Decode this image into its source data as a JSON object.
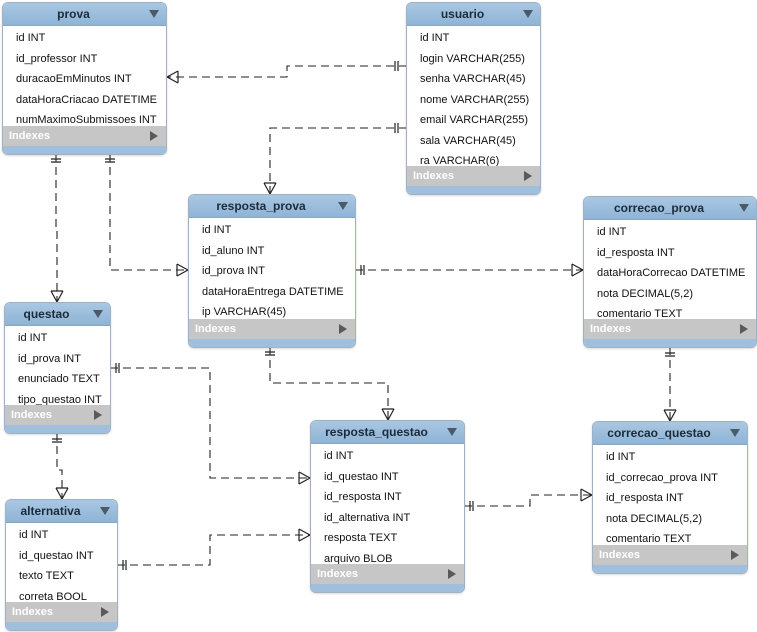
{
  "tables": [
    {
      "name": "prova",
      "columns": [
        "id INT",
        "id_professor INT",
        "duracaoEmMinutos INT",
        "dataHoraCriacao DATETIME",
        "numMaximoSubmissoes INT"
      ],
      "indexes_label": "Indexes"
    },
    {
      "name": "usuario",
      "columns": [
        "id INT",
        "login VARCHAR(255)",
        "senha VARCHAR(45)",
        "nome VARCHAR(255)",
        "email VARCHAR(255)",
        "sala VARCHAR(45)",
        "ra VARCHAR(6)"
      ],
      "indexes_label": "Indexes"
    },
    {
      "name": "resposta_prova",
      "columns": [
        "id INT",
        "id_aluno INT",
        "id_prova INT",
        "dataHoraEntrega DATETIME",
        "ip VARCHAR(45)"
      ],
      "indexes_label": "Indexes"
    },
    {
      "name": "correcao_prova",
      "columns": [
        "id INT",
        "id_resposta INT",
        "dataHoraCorrecao DATETIME",
        "nota DECIMAL(5,2)",
        "comentario TEXT"
      ],
      "indexes_label": "Indexes"
    },
    {
      "name": "questao",
      "columns": [
        "id INT",
        "id_prova INT",
        "enunciado TEXT",
        "tipo_questao INT"
      ],
      "indexes_label": "Indexes"
    },
    {
      "name": "resposta_questao",
      "columns": [
        "id INT",
        "id_questao INT",
        "id_resposta INT",
        "id_alternativa INT",
        "resposta TEXT",
        "arquivo BLOB"
      ],
      "indexes_label": "Indexes"
    },
    {
      "name": "correcao_questao",
      "columns": [
        "id INT",
        "id_correcao_prova INT",
        "id_resposta INT",
        "nota DECIMAL(5,2)",
        "comentario TEXT"
      ],
      "indexes_label": "Indexes"
    },
    {
      "name": "alternativa",
      "columns": [
        "id INT",
        "id_questao INT",
        "texto TEXT",
        "correta BOOL"
      ],
      "indexes_label": "Indexes"
    }
  ],
  "relationships": [
    {
      "from": "usuario",
      "to": "prova",
      "cardinality": "one-to-many"
    },
    {
      "from": "usuario",
      "to": "resposta_prova",
      "cardinality": "one-to-many"
    },
    {
      "from": "prova",
      "to": "resposta_prova",
      "cardinality": "one-to-many"
    },
    {
      "from": "resposta_prova",
      "to": "correcao_prova",
      "cardinality": "one-to-many"
    },
    {
      "from": "prova",
      "to": "questao",
      "cardinality": "one-to-many"
    },
    {
      "from": "resposta_prova",
      "to": "resposta_questao",
      "cardinality": "one-to-many"
    },
    {
      "from": "correcao_prova",
      "to": "correcao_questao",
      "cardinality": "one-to-many"
    },
    {
      "from": "questao",
      "to": "resposta_questao",
      "cardinality": "one-to-many"
    },
    {
      "from": "questao",
      "to": "alternativa",
      "cardinality": "one-to-many"
    },
    {
      "from": "alternativa",
      "to": "resposta_questao",
      "cardinality": "one-to-many"
    },
    {
      "from": "resposta_questao",
      "to": "correcao_questao",
      "cardinality": "one-to-many"
    }
  ],
  "colors": {
    "header": "#a3c2de",
    "indexes_bar": "#c6c6c6",
    "line": "#222222"
  }
}
